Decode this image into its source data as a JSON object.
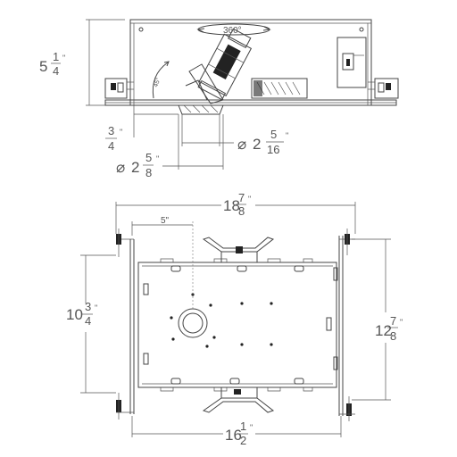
{
  "side_view": {
    "rotation_label": "360°",
    "height": {
      "whole": "5",
      "num": "1",
      "den": "4",
      "unit": "\""
    },
    "flange": {
      "num": "3",
      "den": "4",
      "unit": "\""
    },
    "inner_diameter": {
      "symbol": "⌀",
      "whole": "2",
      "num": "5",
      "den": "16",
      "unit": "\""
    },
    "outer_diameter": {
      "symbol": "⌀",
      "whole": "2",
      "num": "5",
      "den": "8",
      "unit": "\""
    }
  },
  "top_view": {
    "overall_width": {
      "whole": "18",
      "num": "7",
      "den": "8",
      "unit": "\""
    },
    "offset": {
      "text": "5\""
    },
    "height_left": {
      "whole": "10",
      "num": "3",
      "den": "4",
      "unit": "\""
    },
    "height_right": {
      "whole": "12",
      "num": "7",
      "den": "8",
      "unit": "\""
    },
    "frame_width": {
      "whole": "16",
      "num": "1",
      "den": "2",
      "unit": "\""
    }
  }
}
